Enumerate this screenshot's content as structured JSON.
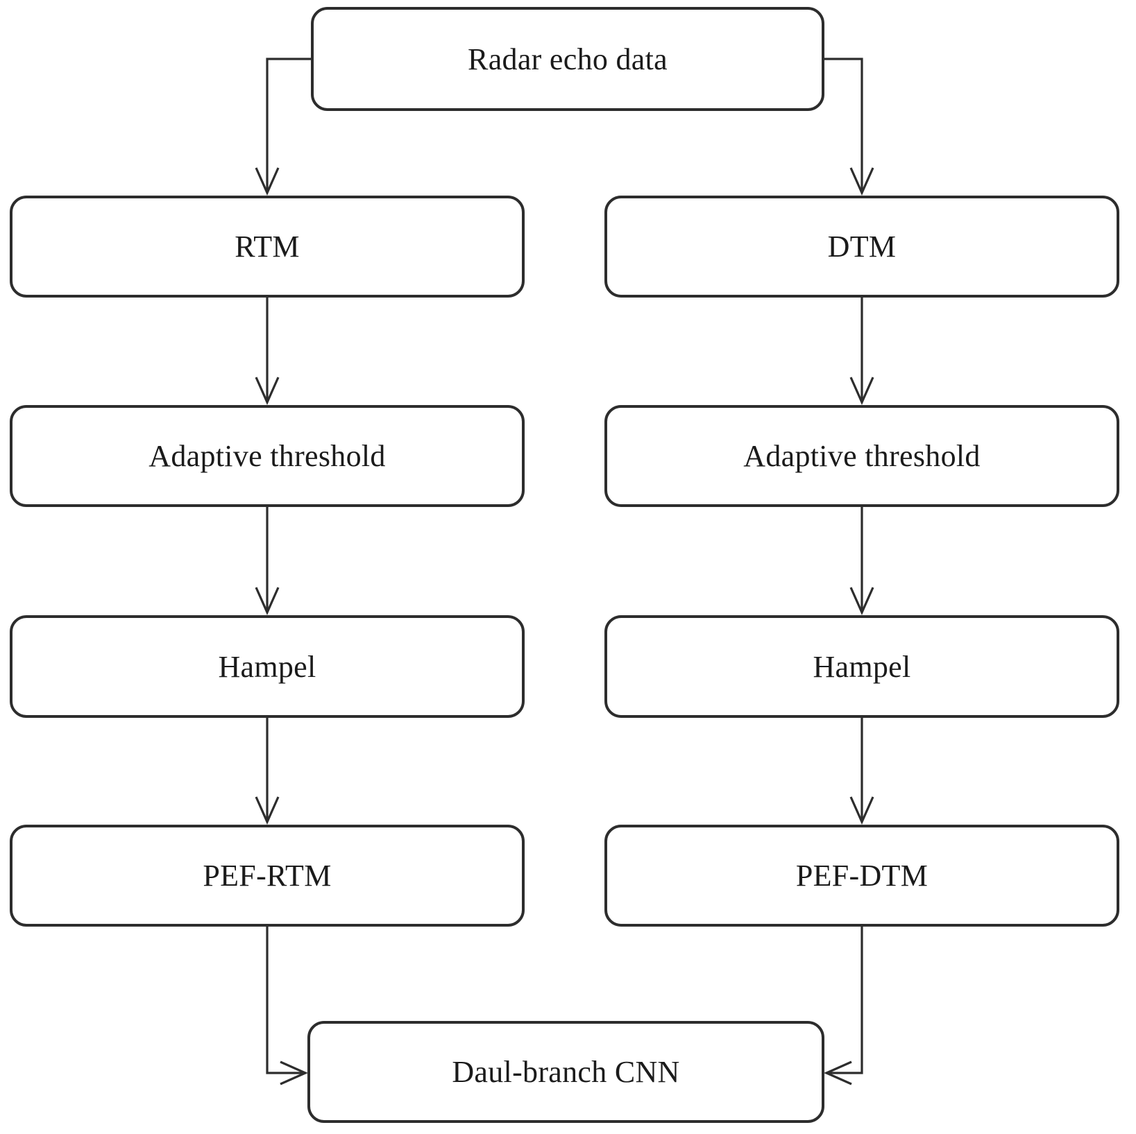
{
  "diagram": {
    "title": "Radar echo data dual-branch processing flowchart",
    "background_color": "#ffffff",
    "line_color": "#2d2d2d",
    "text_color": "#1b1b1b",
    "nodes": {
      "radar": {
        "label": "Radar echo data"
      },
      "rtm": {
        "label": "RTM"
      },
      "dtm": {
        "label": "DTM"
      },
      "adaptive_rtm": {
        "label": "Adaptive threshold"
      },
      "adaptive_dtm": {
        "label": "Adaptive threshold"
      },
      "hampel_rtm": {
        "label": "Hampel"
      },
      "hampel_dtm": {
        "label": "Hampel"
      },
      "pef_rtm": {
        "label": "PEF-RTM"
      },
      "pef_dtm": {
        "label": "PEF-DTM"
      },
      "cnn": {
        "label": "Daul-branch CNN"
      }
    },
    "edges": [
      {
        "from": "Radar echo data",
        "to": "RTM"
      },
      {
        "from": "Radar echo data",
        "to": "DTM"
      },
      {
        "from": "RTM",
        "to": "Adaptive threshold (RTM branch)"
      },
      {
        "from": "DTM",
        "to": "Adaptive threshold (DTM branch)"
      },
      {
        "from": "Adaptive threshold (RTM branch)",
        "to": "Hampel (RTM branch)"
      },
      {
        "from": "Adaptive threshold (DTM branch)",
        "to": "Hampel (DTM branch)"
      },
      {
        "from": "Hampel (RTM branch)",
        "to": "PEF-RTM"
      },
      {
        "from": "Hampel (DTM branch)",
        "to": "PEF-DTM"
      },
      {
        "from": "PEF-RTM",
        "to": "Daul-branch CNN"
      },
      {
        "from": "PEF-DTM",
        "to": "Daul-branch CNN"
      }
    ]
  }
}
